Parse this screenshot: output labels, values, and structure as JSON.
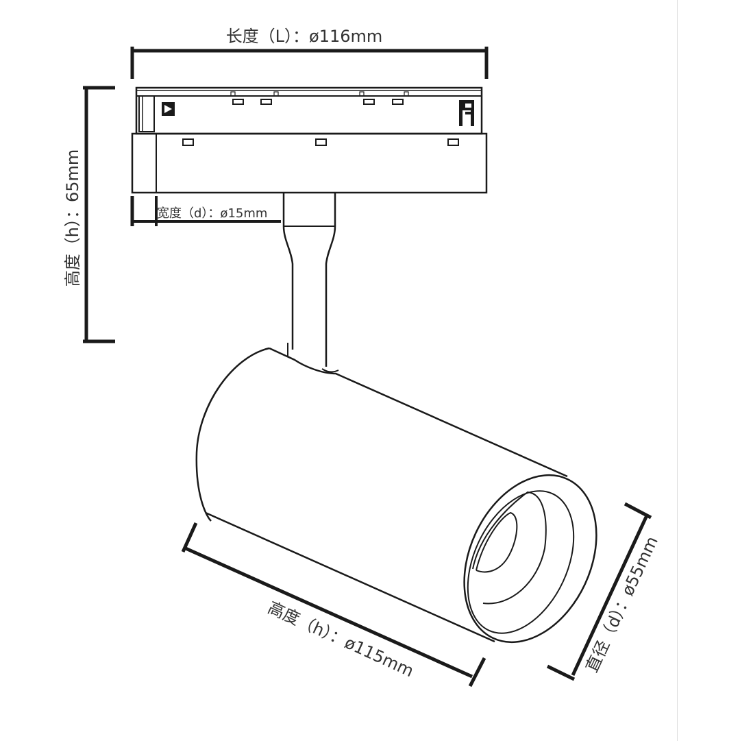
{
  "dimensions": {
    "length": "长度（L）：ø116mm",
    "height_mount": "高度（h）：65mm",
    "width": "宽度（d）：ø15mm",
    "height_body": "高度（h）：ø115mm",
    "diameter": "直径（d）：ø55mm"
  },
  "colors": {
    "stroke": "#1a1a1a",
    "text": "#333333"
  }
}
